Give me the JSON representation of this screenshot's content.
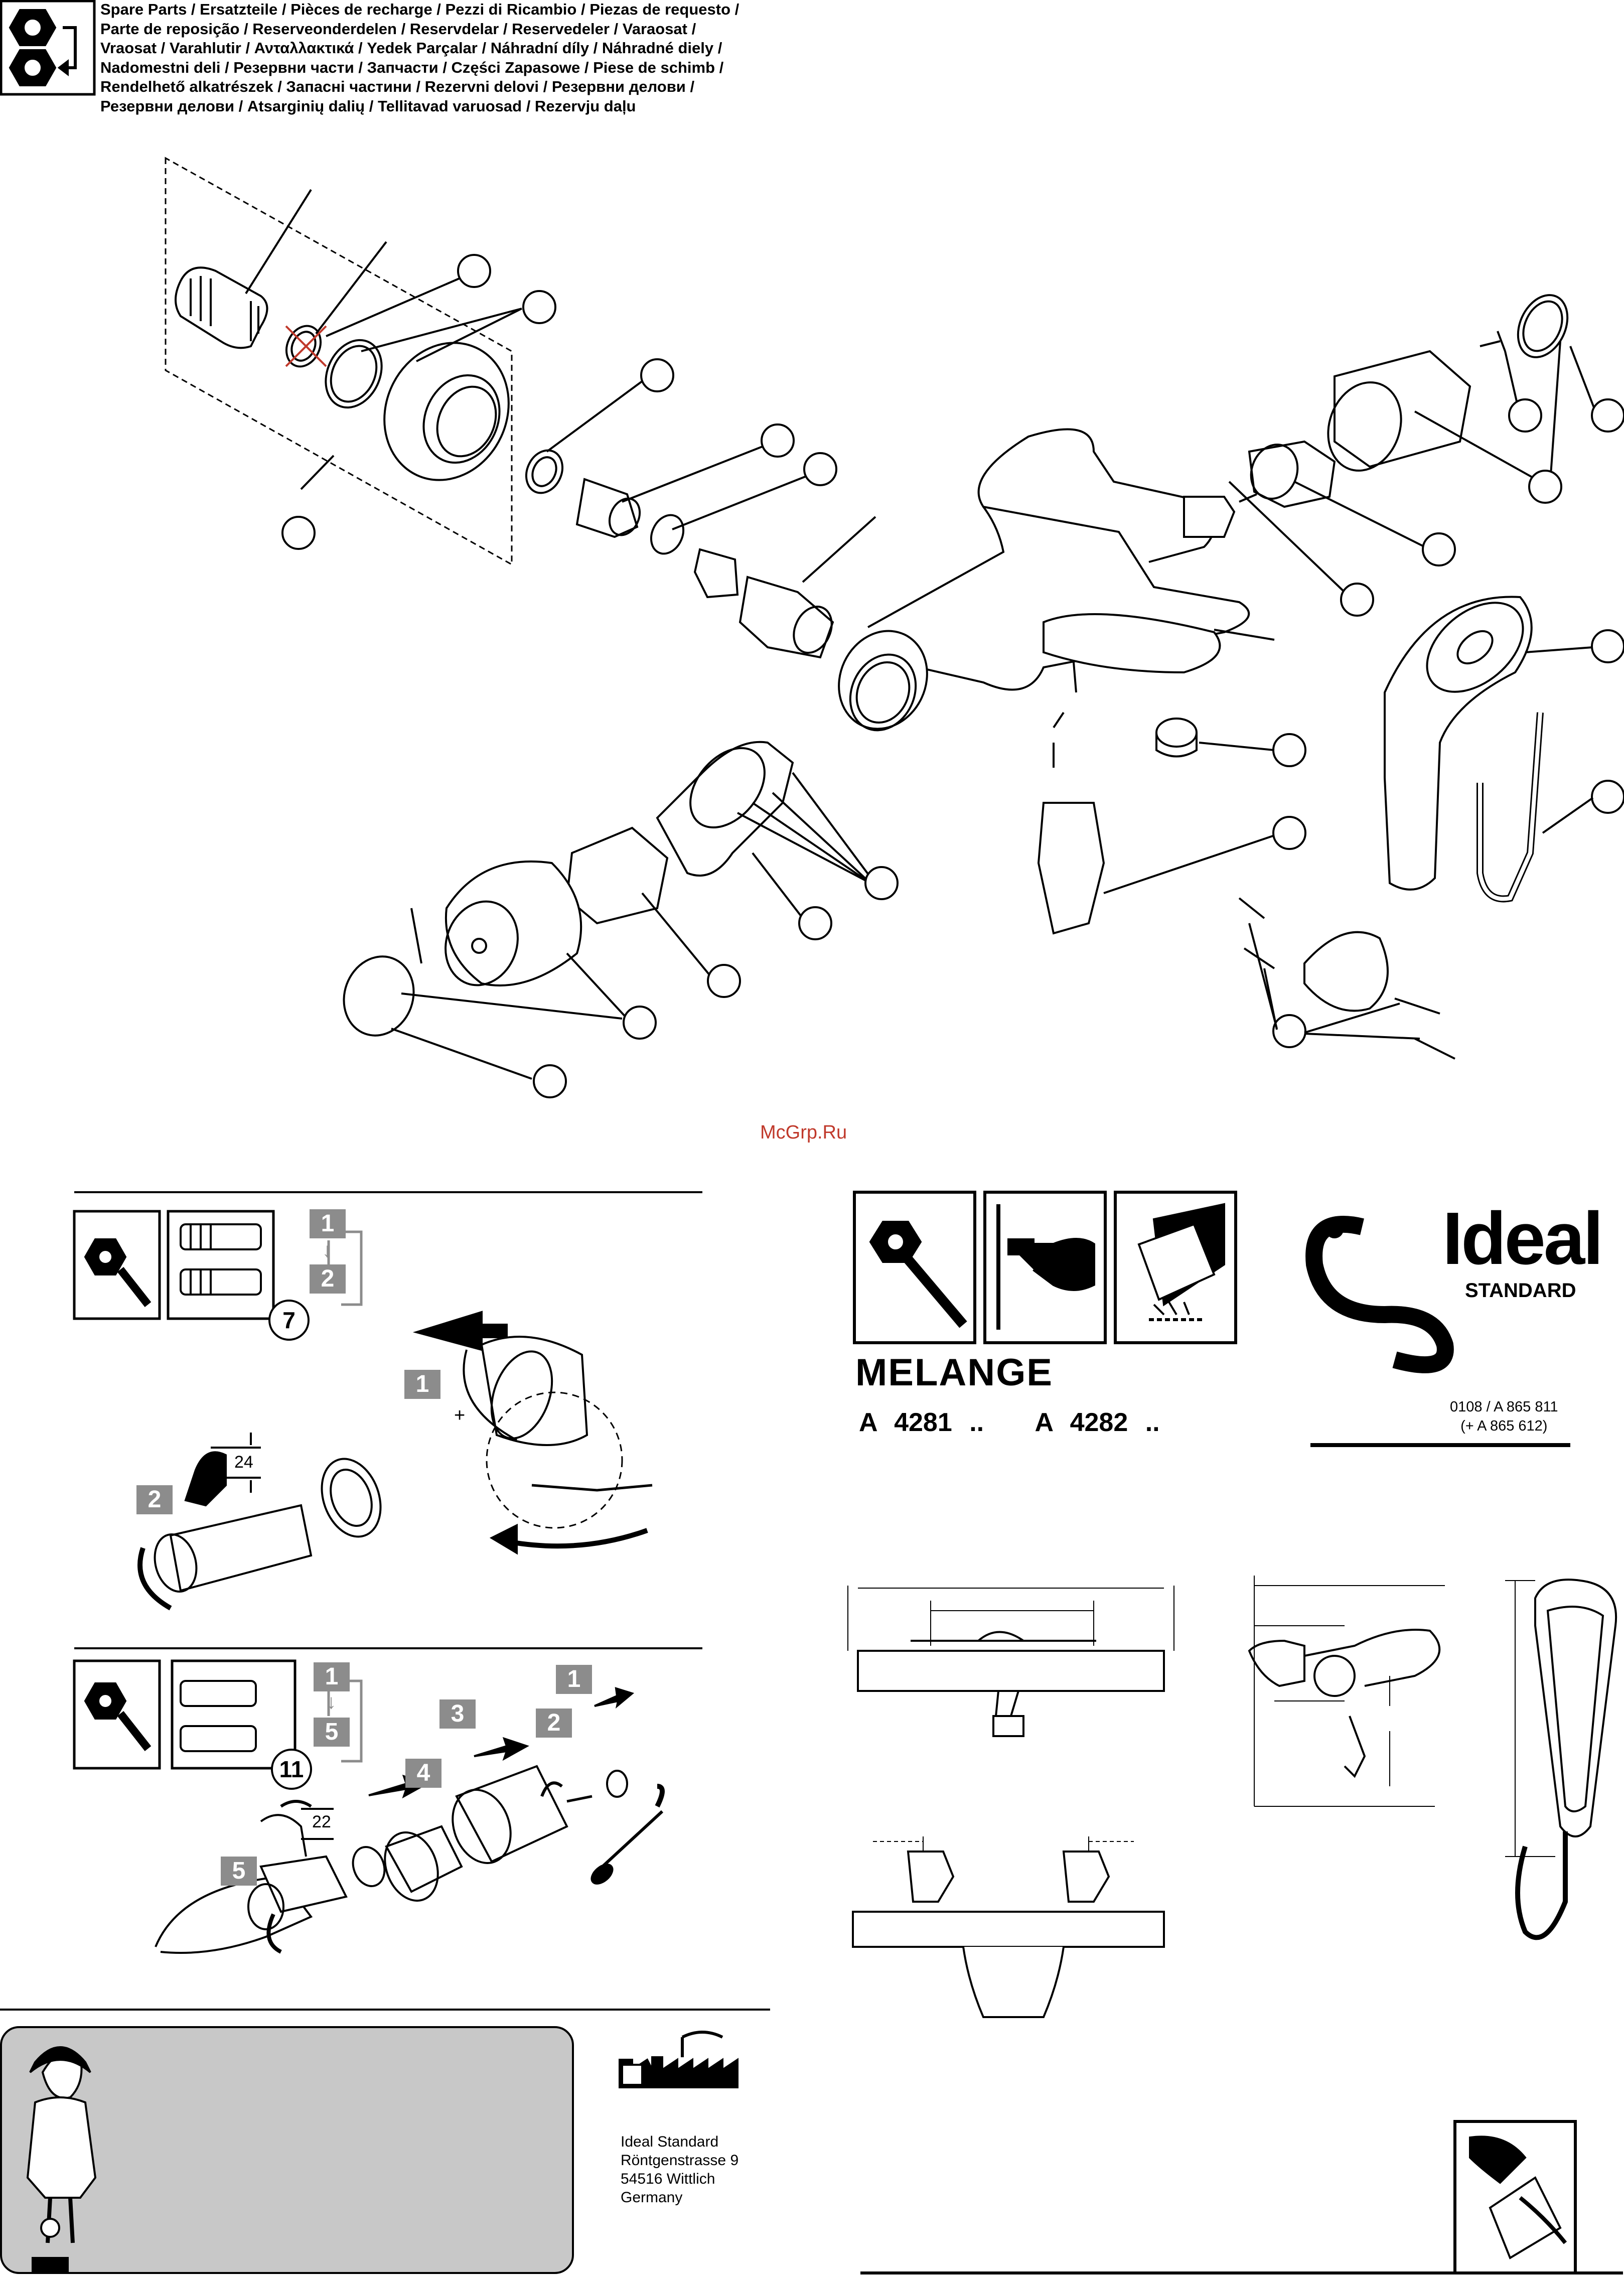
{
  "header": {
    "lines": [
      "Spare Parts / Ersatzteile / Pièces de recharge / Pezzi di Ricambio / Piezas de requesto /",
      "Parte de reposição / Reserveonderdelen / Reservdelar / Reservedeler / Varaosat /",
      "Vraosat / Varahlutir / Ανταλλακτικά / Yedek Parçalar / Náhradní díly / Náhradné diely /",
      "Nadomestni deli / Резервни части / Запчасти / Części Zapasowe / Piese de schimb /",
      "Rendelhető alkatrészek / Запасні частини / Rezervni delovi / Резервни делови /",
      "Резервни делови / Atsarginių dalių / Tellitavad varuosad / Rezervju daļu"
    ]
  },
  "watermark": "McGrp.Ru",
  "brand": {
    "logo_text": "Ideal",
    "logo_subtext": "STANDARD"
  },
  "product": {
    "name": "MELANGE",
    "codes": "A 4281 ..   A 4282 ..",
    "doc_code_line1": "0108 / A 865 811",
    "doc_code_line2": "(+ A 865 612)"
  },
  "steps_section1": {
    "circle_number": "7",
    "seq_top": "1",
    "seq_bottom": "2",
    "step1": "1",
    "step2": "2",
    "wrench_size": "24"
  },
  "steps_section2": {
    "circle_number": "11",
    "seq_top": "1",
    "seq_bottom": "5",
    "step1": "1",
    "step2": "2",
    "step3": "3",
    "step4": "4",
    "step5": "5",
    "wrench_size": "22"
  },
  "address": {
    "line1": "Ideal Standard",
    "line2": "Röntgenstrasse 9",
    "line3": "54516 Wittlich",
    "line4": "Germany"
  },
  "icons": [
    "spare-parts-icon",
    "wrench-icon",
    "pointing-hand-icon",
    "cleaning-icon",
    "worker-icon",
    "factory-icon",
    "handover-icon"
  ]
}
